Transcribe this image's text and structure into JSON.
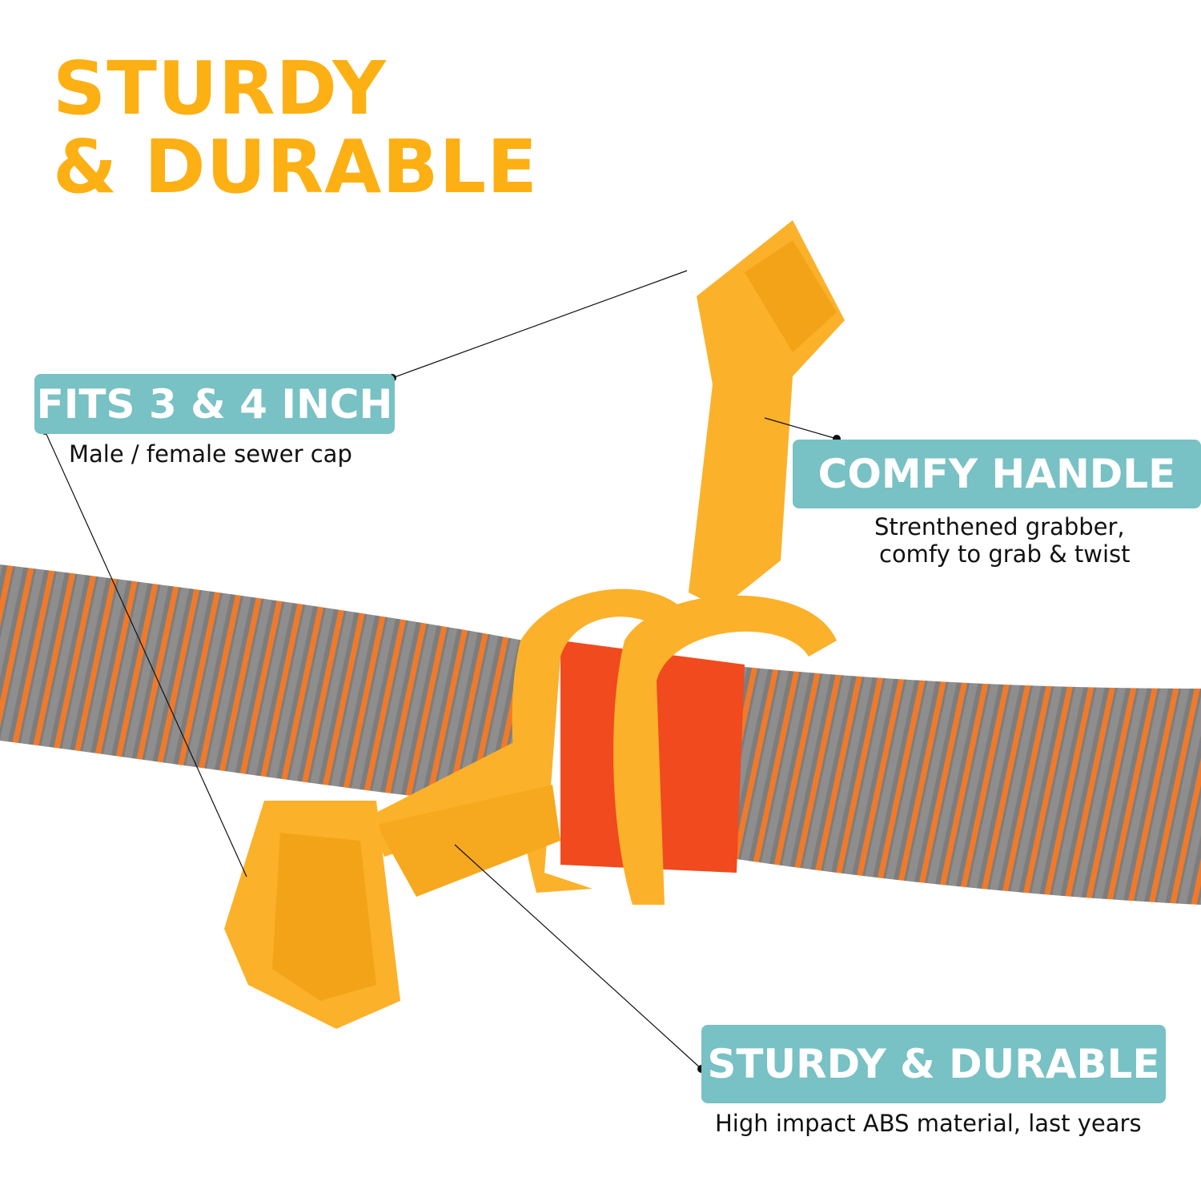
{
  "headline": {
    "line1": "STURDY",
    "line2": "& DURABLE"
  },
  "callouts": [
    {
      "label": "FITS 3 & 4 INCH",
      "description": "Male / female sewer cap"
    },
    {
      "label": "COMFY HANDLE",
      "description_line1": "Strenthened grabber,",
      "description_line2": "comfy to grab & twist"
    },
    {
      "label": "STURDY & DURABLE",
      "description": "High impact ABS material, last years"
    }
  ],
  "colors": {
    "headline": "#fdb013",
    "badge": "#78c1c4",
    "wrench": "#fbb12a",
    "hose": "#7a7a7a",
    "hose_rib": "#f07a2a",
    "coupling": "#f04a1e"
  }
}
